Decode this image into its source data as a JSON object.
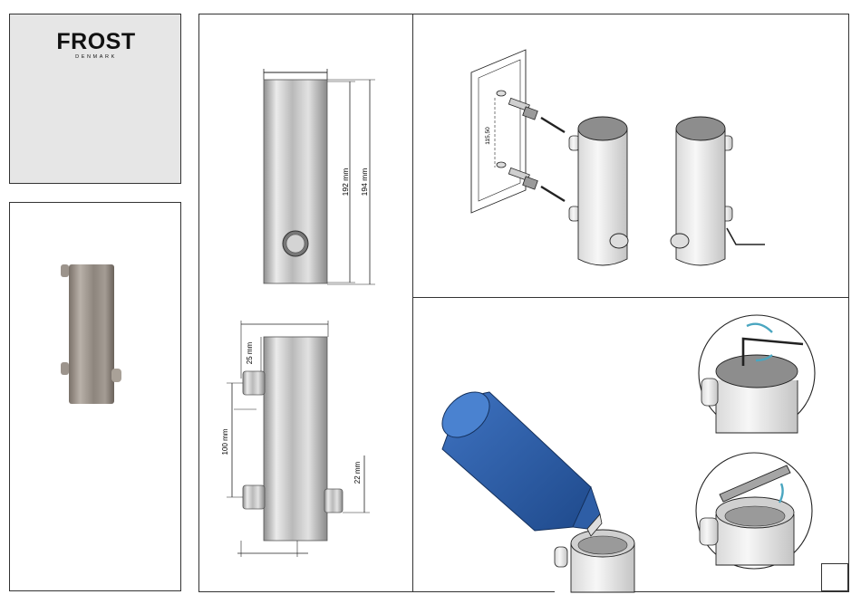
{
  "brand": {
    "name": "FROST",
    "tagline": "DENMARK"
  },
  "dimensions": {
    "height_outer": "194 mm",
    "height_inner": "192 mm",
    "screw_offset": "25 mm",
    "screw_spacing": "100 mm",
    "button_depth": "22 mm",
    "drill_spacing": "115,50"
  },
  "colors": {
    "steel_light": "#e6e6e6",
    "steel_dark": "#8c8c8c",
    "bottle_blue": "#2f5fa8",
    "arrow_cyan": "#4aa6c0"
  },
  "icons": [
    "allen-key-icon",
    "rotate-arrow-icon",
    "lid-arrow-icon"
  ]
}
